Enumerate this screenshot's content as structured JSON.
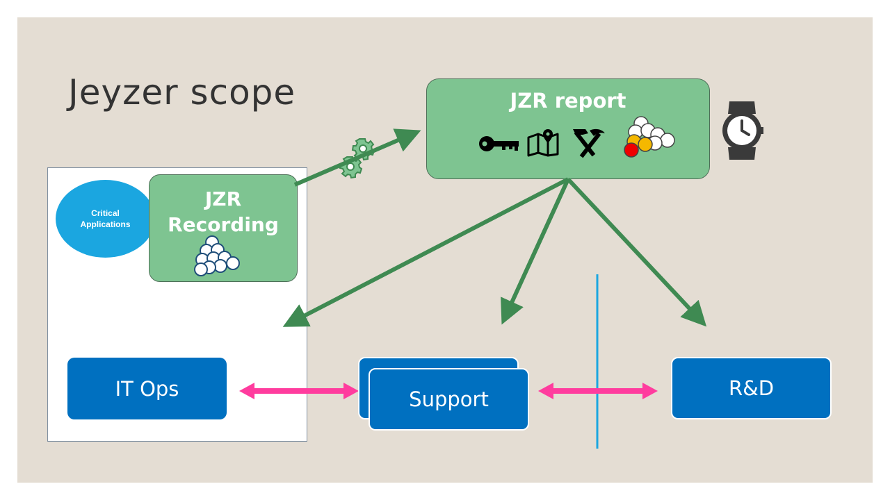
{
  "title": "Jeyzer scope",
  "critical_apps": {
    "label": "Critical Applications"
  },
  "recording": {
    "label_line1": "JZR",
    "label_line2": "Recording"
  },
  "report": {
    "label": "JZR report",
    "icons": [
      "key-icon",
      "map-icon",
      "tools-icon",
      "balls-icon"
    ]
  },
  "teams": {
    "itops": "IT Ops",
    "support": "Support",
    "rnd": "R&D"
  },
  "colors": {
    "background": "#e4ddd3",
    "green_box": "#7ec491",
    "green_arrow": "#3f8a52",
    "team_blue": "#0070c0",
    "critical_blue": "#1ba6e0",
    "pink_arrow": "#ff3c9e",
    "divider": "#1ba6e0"
  }
}
